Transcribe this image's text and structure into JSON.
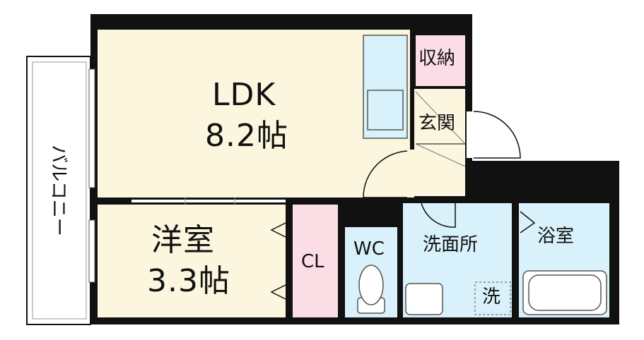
{
  "rooms": {
    "ldk": {
      "name": "LDK",
      "size": "8.2帖"
    },
    "western": {
      "name": "洋室",
      "size": "3.3帖"
    },
    "closet": {
      "name": "CL"
    },
    "wc": {
      "name": "WC"
    },
    "washroom": {
      "name": "洗面所"
    },
    "bath": {
      "name": "浴室"
    },
    "storage": {
      "name": "収納"
    },
    "entrance": {
      "name": "玄関"
    },
    "laundry": {
      "name": "洗"
    },
    "balcony": {
      "name": "バルコニー"
    }
  },
  "colors": {
    "wall": "#111111",
    "living_floor": "#fbf6dd",
    "water_floor": "#d9f1fb",
    "storage_floor": "#fbdde6",
    "balcony_floor": "#ffffff"
  }
}
